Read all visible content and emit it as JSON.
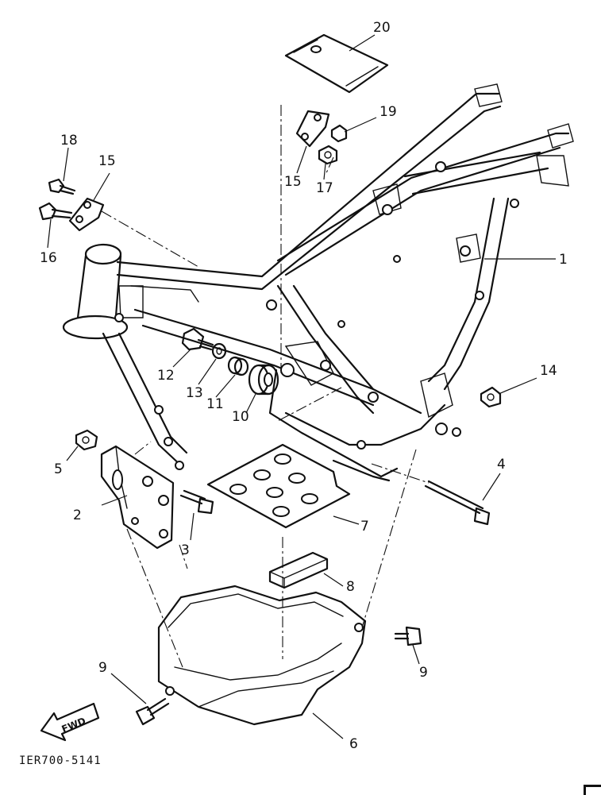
{
  "diagram_code": "IER700-5141",
  "fwd_label": "FWD",
  "callouts": {
    "c1": "1",
    "c2": "2",
    "c3": "3",
    "c4": "4",
    "c5": "5",
    "c6": "6",
    "c7": "7",
    "c8": "8",
    "c9a": "9",
    "c9b": "9",
    "c10": "10",
    "c11": "11",
    "c12": "12",
    "c13": "13",
    "c14": "14",
    "c15a": "15",
    "c15b": "15",
    "c16": "16",
    "c17": "17",
    "c18": "18",
    "c19": "19",
    "c20": "20"
  }
}
